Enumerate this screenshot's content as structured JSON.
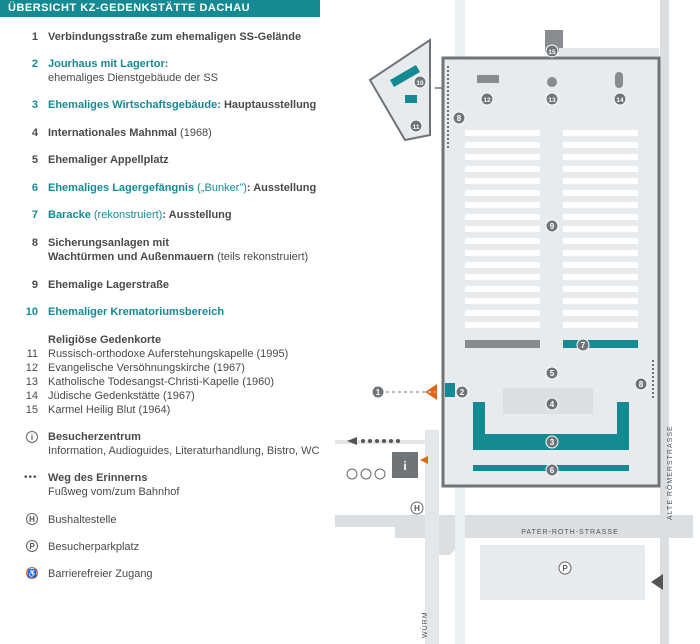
{
  "title": "ÜBERSICHT KZ-GEDENKSTÄTTE DACHAU",
  "legend": [
    {
      "num": "1",
      "text": "Verbindungsstraße zum ehemaligen SS-Gelände",
      "style": "dark"
    },
    {
      "num": "2",
      "text": "Jourhaus mit Lagertor:",
      "sub": "ehemaliges Dienstgebäude der SS",
      "style": "teal"
    },
    {
      "num": "3",
      "text": "Ehemaliges Wirtschaftsgebäude:",
      "rest": " Hauptausstellung",
      "style": "teal"
    },
    {
      "num": "4",
      "text": "Internationales Mahnmal",
      "light": " (1968)",
      "style": "dark"
    },
    {
      "num": "5",
      "text": "Ehemaliger Appellplatz",
      "style": "dark"
    },
    {
      "num": "6",
      "text": "Ehemaliges Lagergefängnis",
      "light": " („Bunker\")",
      "rest": ": Ausstellung",
      "style": "teal"
    },
    {
      "num": "7",
      "text": "Baracke",
      "light": " (rekonstruiert)",
      "rest": ": Ausstellung",
      "style": "teal"
    },
    {
      "num": "8",
      "text": "Sicherungsanlagen mit",
      "line2": "Wachtürmen und Außenmauern",
      "light2": " (teils rekonstruiert)",
      "style": "dark"
    },
    {
      "num": "9",
      "text": "Ehemalige Lagerstraße",
      "style": "dark"
    },
    {
      "num": "10",
      "text": "Ehemaliger Krematoriumsbereich",
      "style": "teal"
    }
  ],
  "religious": {
    "heading": "Religiöse Gedenkorte",
    "items": [
      {
        "num": "11",
        "text": "Russisch-orthodoxe Auferstehungskapelle (1995)"
      },
      {
        "num": "12",
        "text": "Evangelische Versöhnungskirche (1967)"
      },
      {
        "num": "13",
        "text": "Katholische Todesangst-Christi-Kapelle (1960)"
      },
      {
        "num": "14",
        "text": "Jüdische Gedenkstätte (1967)"
      },
      {
        "num": "15",
        "text": "Karmel Heilig Blut (1964)"
      }
    ]
  },
  "symbols": {
    "visitor": {
      "icon": "i",
      "title": "Besucherzentrum",
      "sub": "Information, Audioguides, Literaturhandlung, Bistro, WC"
    },
    "path": {
      "icon": "•••",
      "title": "Weg des Erinnerns",
      "sub": "Fußweg vom/zum Bahnhof"
    },
    "bus": {
      "icon": "H",
      "title": "Bushaltestelle"
    },
    "parking": {
      "icon": "P",
      "title": "Besucherparkplatz"
    },
    "access": {
      "icon": "♿",
      "title": "Barrierefreier Zugang"
    }
  },
  "map": {
    "streets": {
      "alte": "ALTE RÖMERSTRASSE",
      "pater": "PATER-ROTH-STRASSE",
      "wurm": "WÜRM"
    },
    "markers": [
      "1",
      "2",
      "3",
      "4",
      "5",
      "6",
      "7",
      "8",
      "8",
      "9",
      "10",
      "11",
      "12",
      "13",
      "14",
      "15"
    ],
    "info_icon": "i",
    "bus_icon": "H",
    "parking_icon": "P",
    "wc_icon": "WC",
    "colors": {
      "teal": "#168a92",
      "road": "#dcdfe2",
      "field": "#e8ebee",
      "wall": "#6f7478",
      "orange": "#e0641a"
    }
  }
}
